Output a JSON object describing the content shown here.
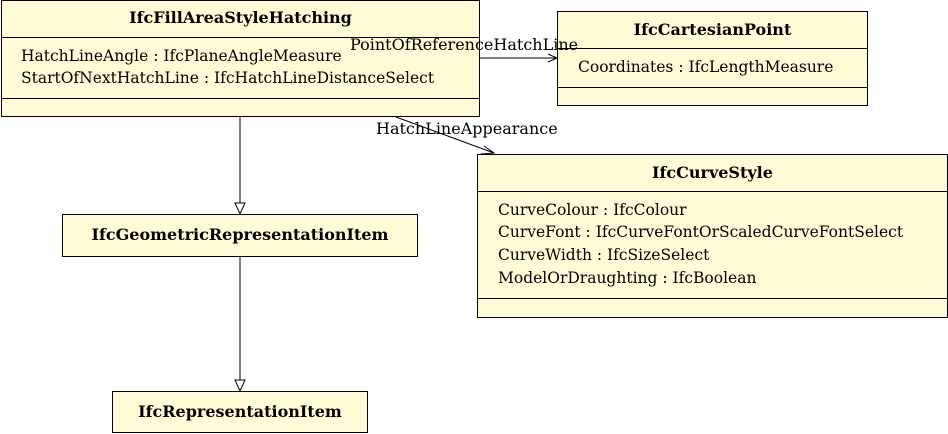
{
  "classes": {
    "fill_area_style_hatching": {
      "name": "IfcFillAreaStyleHatching",
      "attributes": [
        "HatchLineAngle : IfcPlaneAngleMeasure",
        "StartOfNextHatchLine : IfcHatchLineDistanceSelect"
      ]
    },
    "cartesian_point": {
      "name": "IfcCartesianPoint",
      "attributes": [
        "Coordinates : IfcLengthMeasure"
      ]
    },
    "curve_style": {
      "name": "IfcCurveStyle",
      "attributes": [
        "CurveColour : IfcColour",
        "CurveFont : IfcCurveFontOrScaledCurveFontSelect",
        "CurveWidth : IfcSizeSelect",
        "ModelOrDraughting : IfcBoolean"
      ]
    },
    "geometric_representation_item": {
      "name": "IfcGeometricRepresentationItem"
    },
    "representation_item": {
      "name": "IfcRepresentationItem"
    }
  },
  "associations": {
    "point_of_reference": "PointOfReferenceHatchLine",
    "hatch_line_appearance": "HatchLineAppearance"
  },
  "colors": {
    "class_fill": "#fffbd6",
    "line": "#000000"
  }
}
